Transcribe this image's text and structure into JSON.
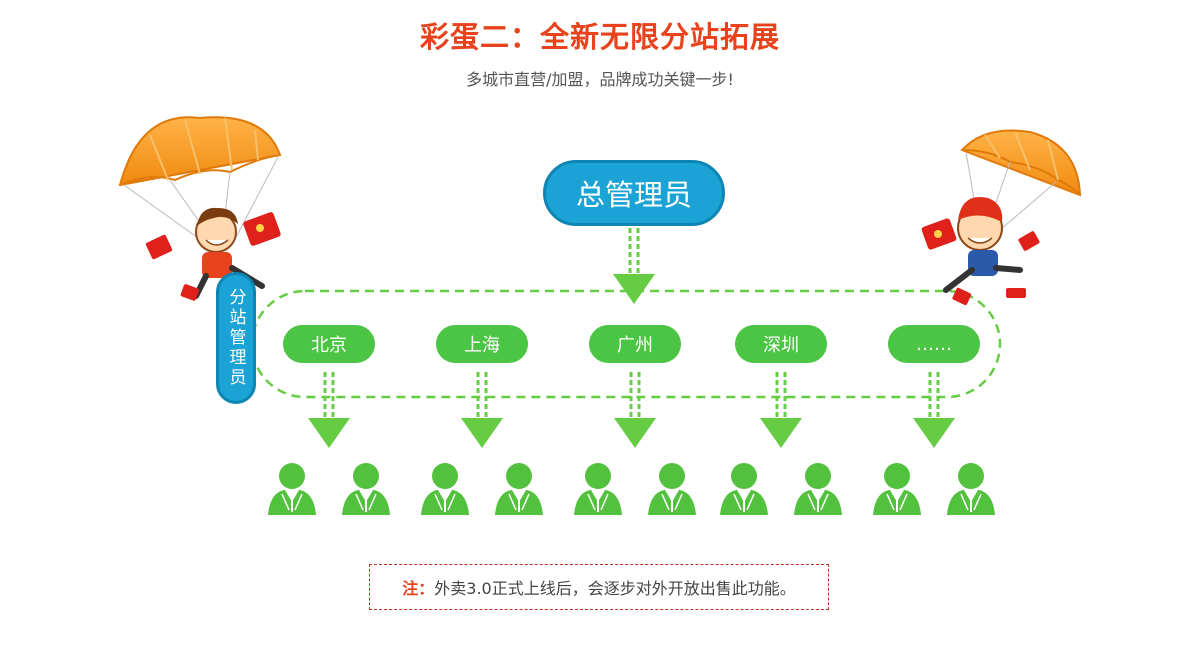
{
  "header": {
    "title": "彩蛋二：全新无限分站拓展",
    "subtitle": "多城市直营/加盟，品牌成功关键一步!"
  },
  "diagram": {
    "root": "总管理员",
    "sub_admin": "分站管理员",
    "cities": [
      "北京",
      "上海",
      "广州",
      "深圳",
      "……"
    ],
    "users_per_city": 2
  },
  "note": {
    "label": "注：",
    "text": "外卖3.0正式上线后，会逐步对外开放出售此功能。"
  },
  "colors": {
    "title": "#e8431c",
    "admin_blue": "#1aa3d4",
    "city_green": "#4cc545",
    "arrow_green": "#66cc44"
  }
}
